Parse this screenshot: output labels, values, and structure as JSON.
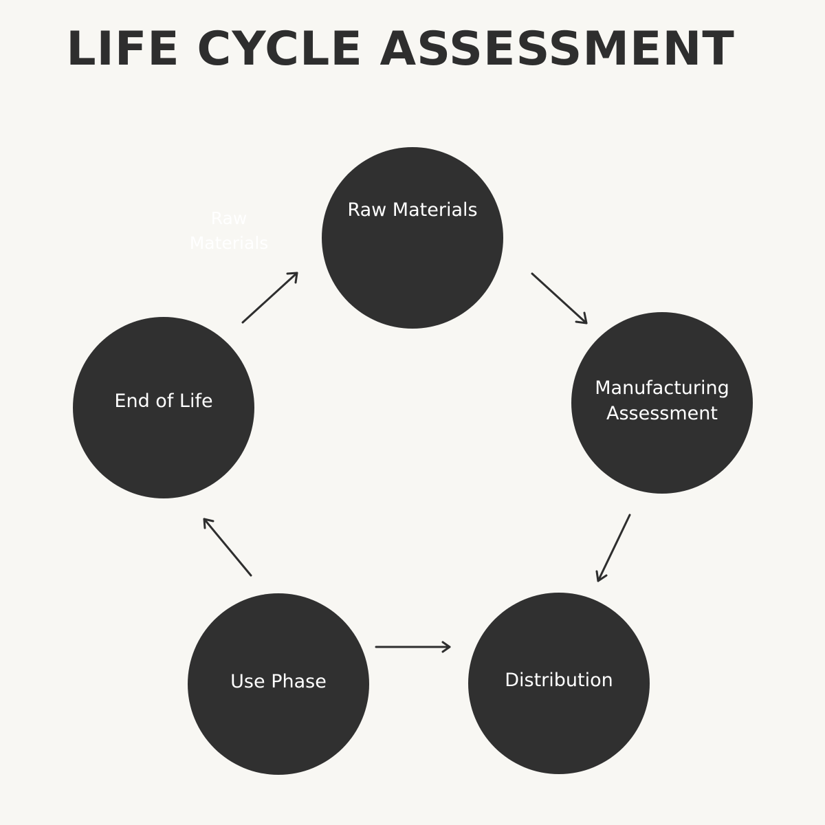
{
  "title": "LIFE CYCLE ASSESSMENT",
  "stages": {
    "raw_materials": "Raw Materials",
    "manufacturing_line1": "Manufacturing",
    "manufacturing_line2": "Assessment",
    "distribution": "Distribution",
    "use_phase": "Use Phase",
    "end_of_life": "End of Life"
  },
  "ghost_label": {
    "line1": "Raw",
    "line2": "Materials"
  },
  "colors": {
    "background": "#f8f7f3",
    "node_fill": "#303030",
    "node_text": "#ffffff",
    "title": "#2e2e2e",
    "arrow": "#2e2e2e"
  }
}
